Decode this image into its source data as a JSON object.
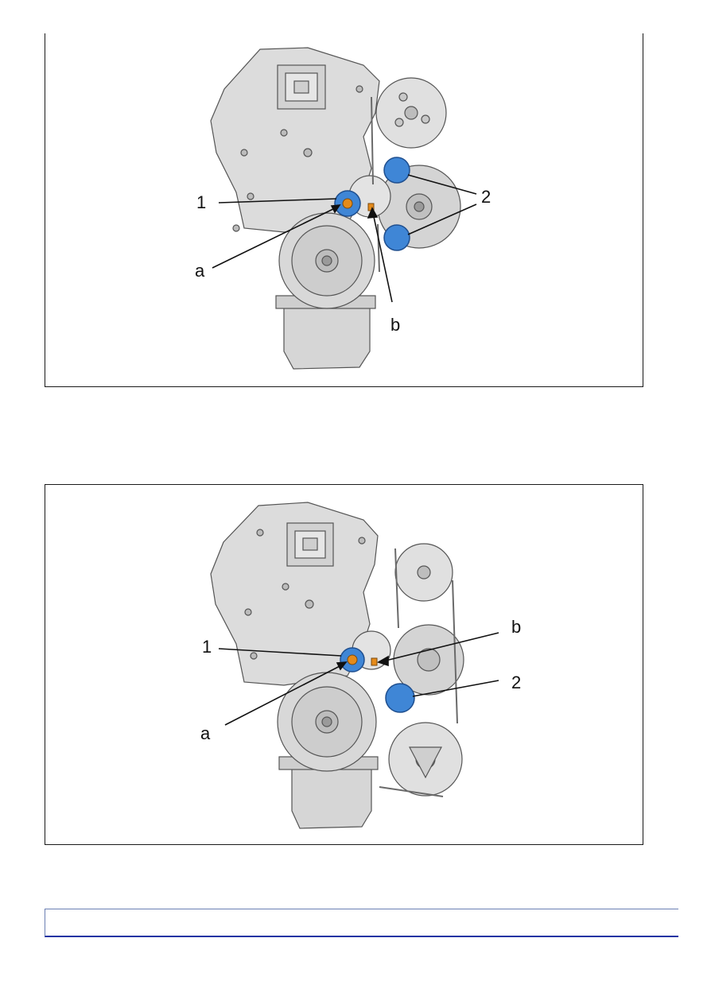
{
  "figures": [
    {
      "callouts": {
        "part_1": "1",
        "part_2": "2",
        "detail_a": "a",
        "detail_b": "b"
      },
      "highlight_color": "#3f86d6",
      "bolt_color": "#e58b1a"
    },
    {
      "callouts": {
        "part_1": "1",
        "part_2": "2",
        "detail_a": "a",
        "detail_b": "b"
      },
      "highlight_color": "#3f86d6",
      "bolt_color": "#e58b1a"
    }
  ],
  "footer": {
    "text": ""
  }
}
